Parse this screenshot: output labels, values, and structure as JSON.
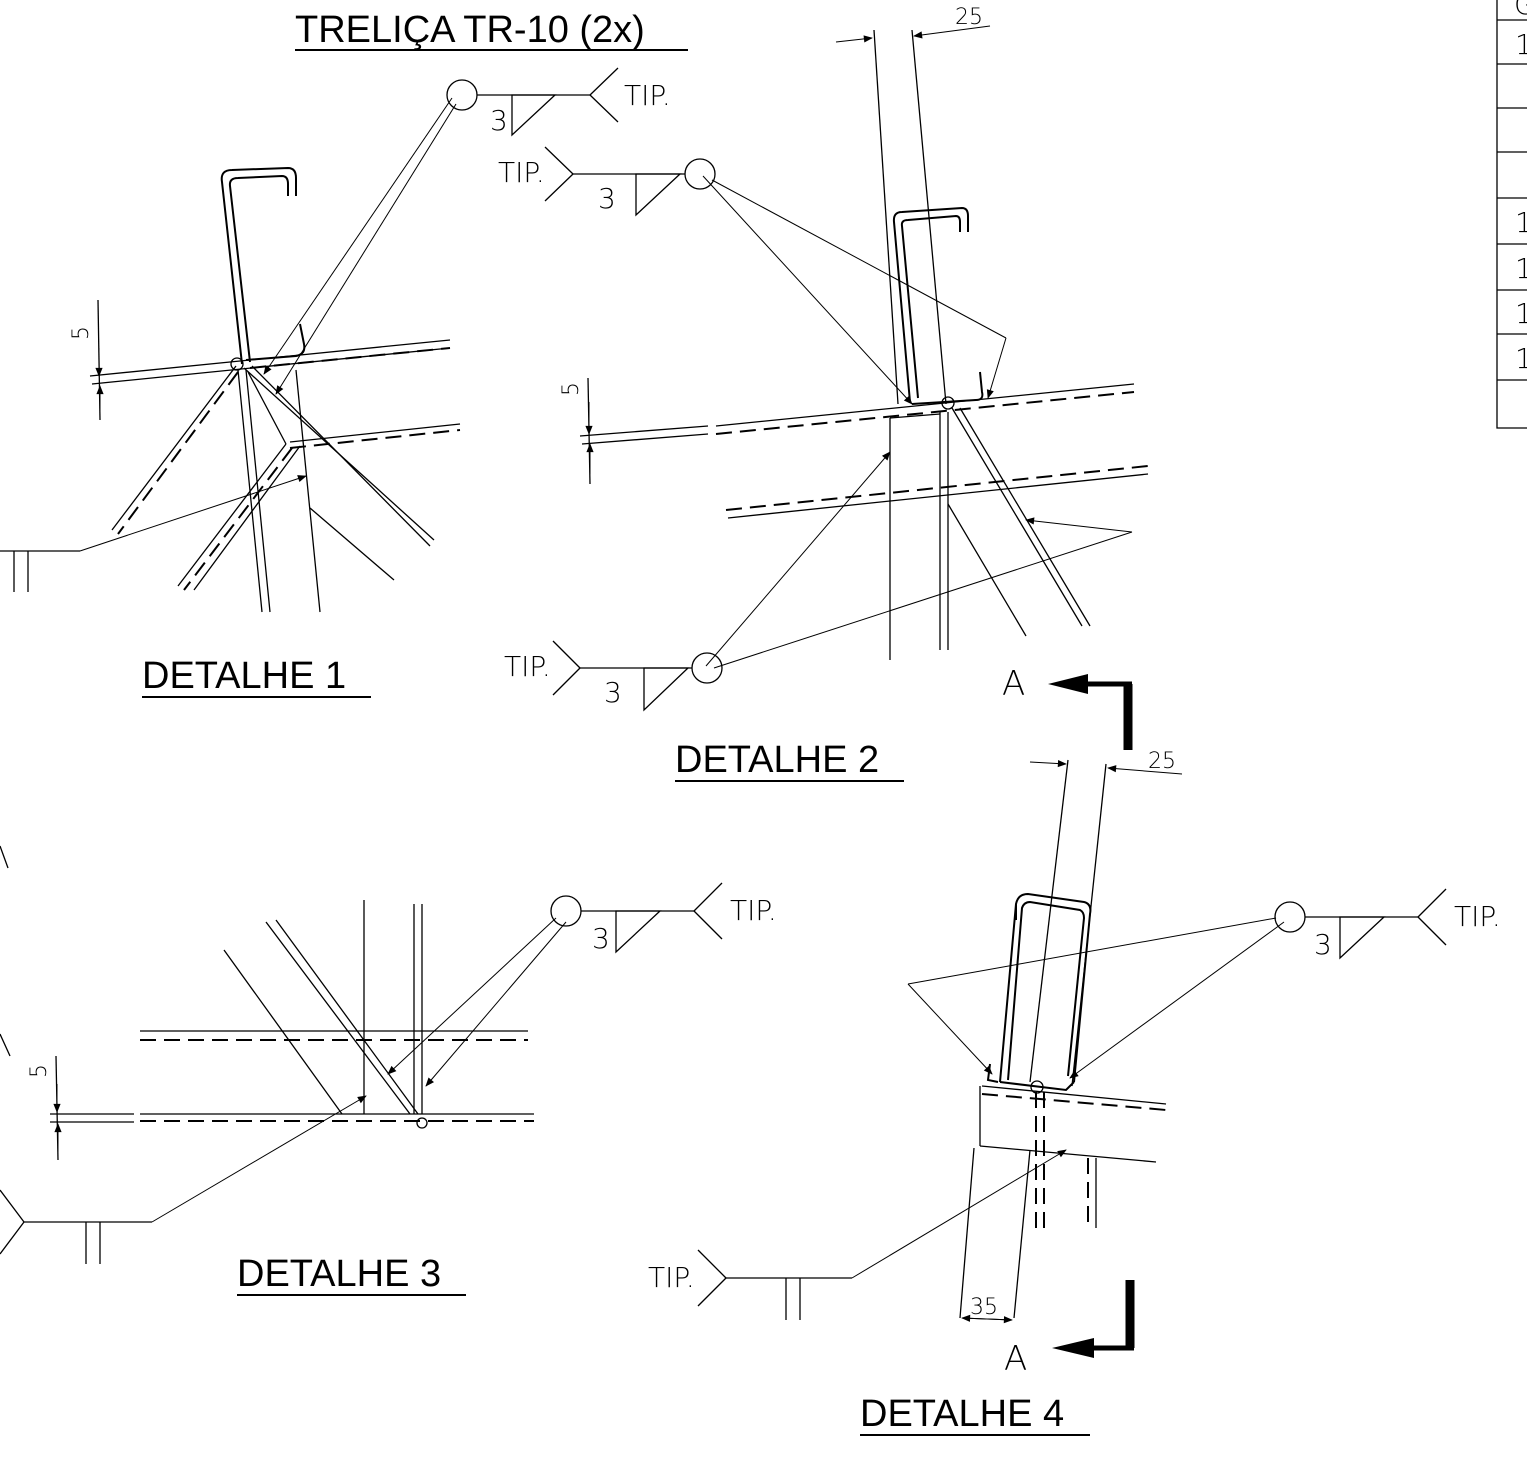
{
  "sheet_title": "TRELIÇA TR-10 (2x)",
  "details": [
    {
      "id": "detail-1",
      "label": "DETALHE 1"
    },
    {
      "id": "detail-2",
      "label": "DETALHE 2"
    },
    {
      "id": "detail-3",
      "label": "DETALHE 3"
    },
    {
      "id": "detail-4",
      "label": "DETALHE 4"
    }
  ],
  "weld_symbols": {
    "size": "3",
    "tip": "TIP."
  },
  "dimensions": {
    "d1_offset": "5",
    "d2_width": "25",
    "d2_offset": "5",
    "d3_offset": "5",
    "d4_width": "25",
    "d4_bottom": "35"
  },
  "section_marks": {
    "top": "A",
    "bottom": "A"
  },
  "table_rows": [
    "1",
    "1",
    "1",
    "1",
    "1"
  ],
  "table_header": "G"
}
